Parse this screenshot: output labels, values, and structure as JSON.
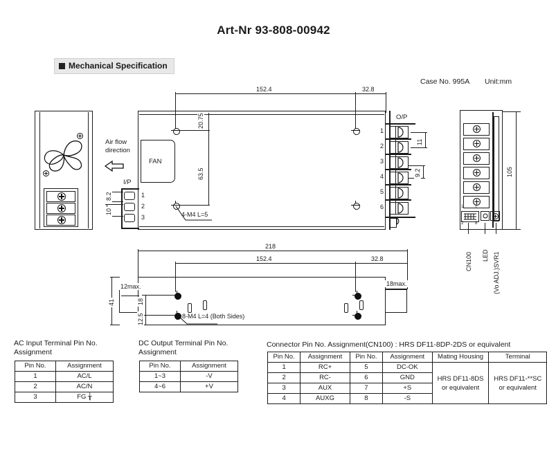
{
  "header": {
    "art_nr": "Art-Nr 93-808-00942",
    "section_title": "Mechanical Specification",
    "case_no": "Case No. 995A",
    "unit": "Unit:mm"
  },
  "drawing": {
    "labels": {
      "fan": "FAN",
      "air_flow": "Air flow\ndirection",
      "air_flow_l1": "Air flow",
      "air_flow_l2": "direction",
      "ip": "I/P",
      "op": "O/P",
      "screw_note_top": "4-M4 L=5",
      "screw_note_bottom": "8-M4 L=4 (Both Sides)",
      "cn100": "CN100",
      "led": "LED",
      "svr1": "(Vo ADJ.)SVR1"
    },
    "dimensions": {
      "top_len": "152.4",
      "top_right": "32.8",
      "d_20_75": "20.75",
      "d_63_5": "63.5",
      "d_11": "11",
      "d_9_2": "9.2",
      "d_8_2": "8.2",
      "d_10": "10",
      "d_105": "105",
      "bot_total": "218",
      "bot_len": "152.4",
      "bot_right": "32.8",
      "d_41": "41",
      "d_12max": "12max.",
      "d_18max": "18max.",
      "d_18": "18",
      "d_12_5": "12.5"
    },
    "ip_pins": [
      "1",
      "2",
      "3"
    ],
    "op_pins": [
      "1",
      "2",
      "3",
      "4",
      "5",
      "6"
    ],
    "cn100_pins_top": [
      "1",
      "7"
    ],
    "cn100_pins_bottom": [
      "2",
      "8"
    ]
  },
  "tables": {
    "ac_input": {
      "title": "AC Input Terminal Pin No.\nAssignment",
      "headers": [
        "Pin No.",
        "Assignment"
      ],
      "rows": [
        [
          "1",
          "AC/L"
        ],
        [
          "2",
          "AC/N"
        ],
        [
          "3",
          "FG ╁"
        ]
      ]
    },
    "dc_output": {
      "title": "DC Output Terminal Pin No.\nAssignment",
      "headers": [
        "Pin No.",
        "Assignment"
      ],
      "rows": [
        [
          "1~3",
          "-V"
        ],
        [
          "4~6",
          "+V"
        ]
      ]
    },
    "connector": {
      "title": "Connector Pin No. Assignment(CN100) : HRS DF11-8DP-2DS or equivalent",
      "headers": [
        "Pin No.",
        "Assignment",
        "Pin No.",
        "Assignment",
        "Mating Housing",
        "Terminal"
      ],
      "rows": [
        [
          "1",
          "RC+",
          "5",
          "DC-OK"
        ],
        [
          "2",
          "RC-",
          "6",
          "GND"
        ],
        [
          "3",
          "AUX",
          "7",
          "+S"
        ],
        [
          "4",
          "AUXG",
          "8",
          "-S"
        ]
      ],
      "mating_housing": "HRS DF11-8DS\nor equivalent",
      "terminal": "HRS DF11-**SC\nor equivalent"
    }
  },
  "colors": {
    "line": "#1b1b1b",
    "header_band": "#e8e8e8",
    "background": "#ffffff"
  }
}
